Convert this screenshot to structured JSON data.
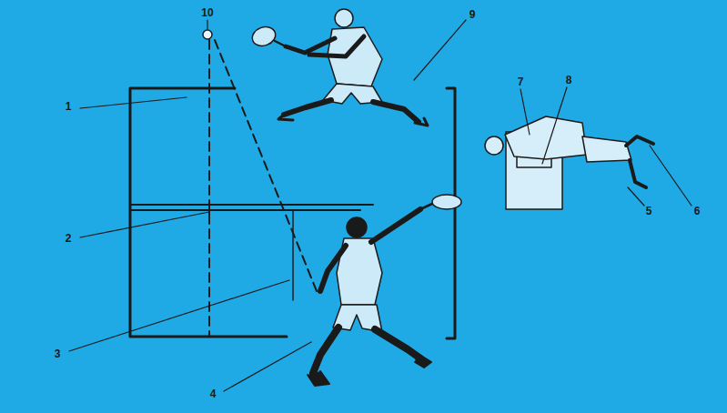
{
  "diagram": {
    "labels": [
      "10",
      "9",
      "1",
      "7",
      "8",
      "2",
      "5",
      "6",
      "3",
      "4"
    ]
  }
}
